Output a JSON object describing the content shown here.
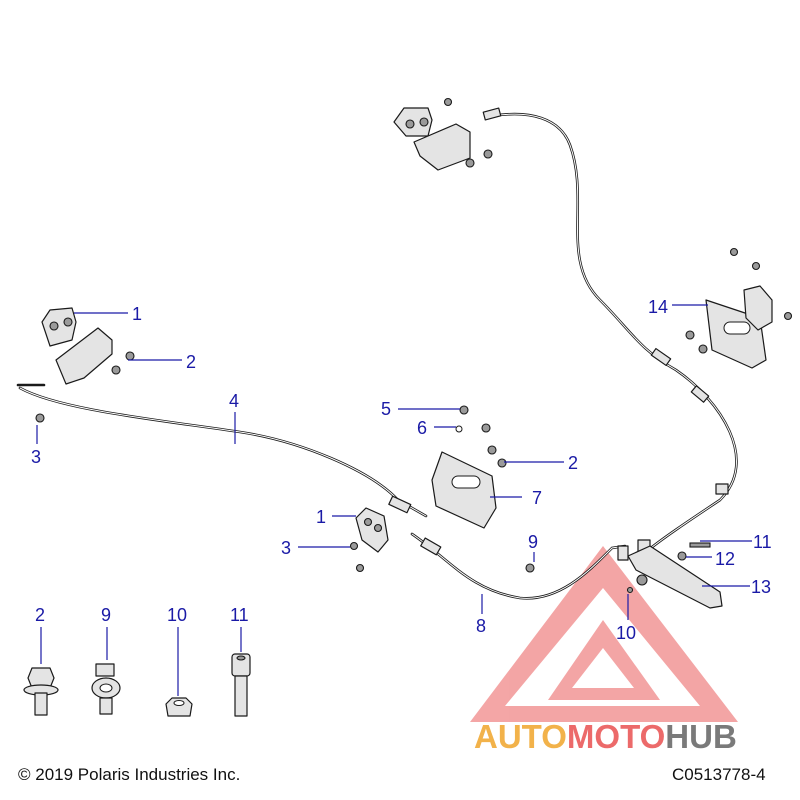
{
  "callouts": {
    "c1a": "1",
    "c2a": "2",
    "c3a": "3",
    "c4": "4",
    "c5": "5",
    "c6": "6",
    "c2b": "2",
    "c7": "7",
    "c1b": "1",
    "c3b": "3",
    "c9a": "9",
    "c8": "8",
    "c10a": "10",
    "c11a": "11",
    "c12": "12",
    "c13": "13",
    "c14": "14"
  },
  "legend": {
    "l2": "2",
    "l9": "9",
    "l10": "10",
    "l11": "11"
  },
  "footer": {
    "copyright": "© 2019 Polaris Industries Inc.",
    "part_code": "C0513778-4"
  },
  "watermark": {
    "part_a": "AUTO",
    "part_b": "MOTO",
    "part_c": "HUB",
    "color_a": "#f2b24a",
    "color_b": "#ec6a6a",
    "color_c": "#7a7a7a"
  }
}
